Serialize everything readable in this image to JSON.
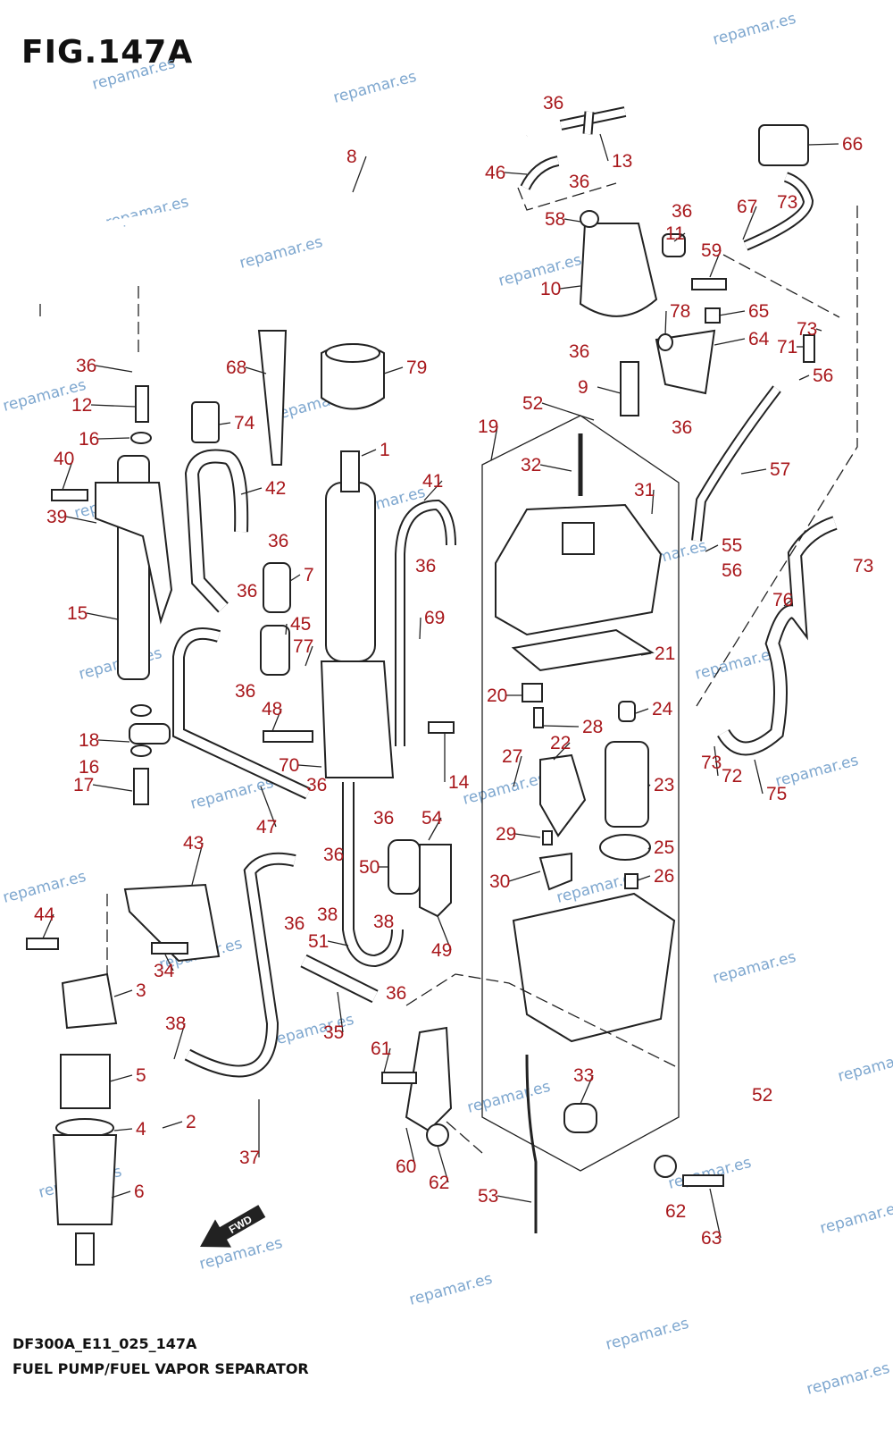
{
  "figure": {
    "title": "FIG.147A",
    "code": "DF300A_E11_025_147A",
    "name": "FUEL PUMP/FUEL VAPOR SEPARATOR"
  },
  "watermark": "repamar.es",
  "fwd_label": "FWD",
  "colors": {
    "callout": "#a8181c",
    "line": "#222222",
    "watermark": "#7ea7cf"
  },
  "callouts": [
    "1",
    "2",
    "3",
    "4",
    "5",
    "6",
    "7",
    "8",
    "9",
    "10",
    "11",
    "12",
    "13",
    "14",
    "15",
    "16",
    "17",
    "18",
    "19",
    "20",
    "21",
    "22",
    "23",
    "24",
    "25",
    "26",
    "27",
    "28",
    "29",
    "30",
    "31",
    "32",
    "33",
    "34",
    "35",
    "36",
    "37",
    "38",
    "39",
    "40",
    "41",
    "42",
    "43",
    "44",
    "45",
    "46",
    "47",
    "48",
    "49",
    "50",
    "51",
    "52",
    "53",
    "54",
    "55",
    "56",
    "57",
    "58",
    "59",
    "60",
    "61",
    "62",
    "63",
    "64",
    "65",
    "66",
    "67",
    "68",
    "69",
    "70",
    "71",
    "72",
    "73",
    "74",
    "75",
    "76",
    "77",
    "78",
    "79"
  ]
}
